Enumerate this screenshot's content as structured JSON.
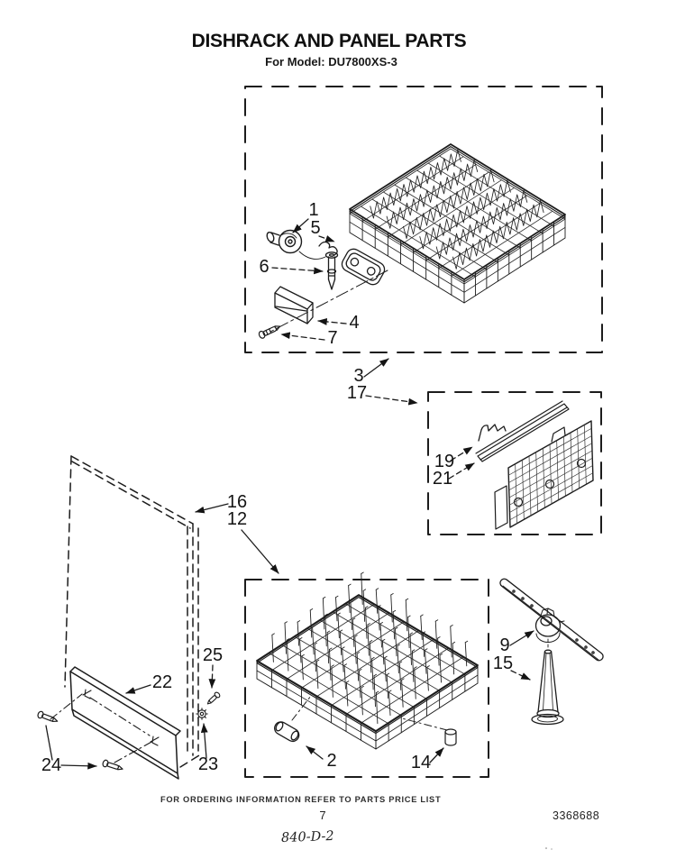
{
  "title": "DISHRACK AND PANEL PARTS",
  "subtitle": "For Model: DU7800XS-3",
  "callouts": {
    "n1": "1",
    "n2": "2",
    "n3": "3",
    "n4": "4",
    "n5": "5",
    "n6": "6",
    "n7": "7",
    "n9": "9",
    "n12": "12",
    "n14": "14",
    "n15": "15",
    "n16": "16",
    "n17": "17",
    "n19": "19",
    "n21": "21",
    "n22": "22",
    "n23": "23",
    "n24": "24",
    "n25": "25"
  },
  "footer": {
    "ordering_note": "FOR ORDERING INFORMATION REFER TO PARTS PRICE LIST",
    "page_number": "7",
    "document_number": "3368688",
    "handwritten_mark": "840-D-2"
  }
}
